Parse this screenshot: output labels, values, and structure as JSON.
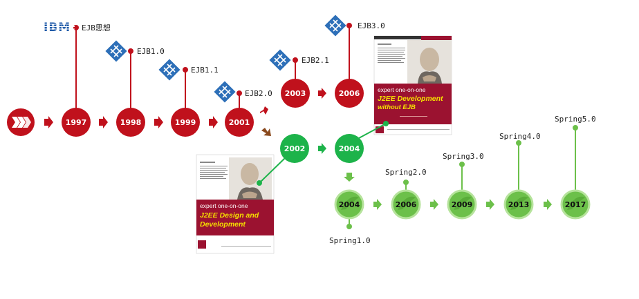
{
  "ibm_logo": "IBM",
  "ejb_versions": {
    "idea": "EJB思想",
    "v1_0": "EJB1.0",
    "v1_1": "EJB1.1",
    "v2_0": "EJB2.0",
    "v2_1": "EJB2.1",
    "v3_0": "EJB3.0"
  },
  "red_years": {
    "y1997": "1997",
    "y1998": "1998",
    "y1999": "1999",
    "y2001": "2001",
    "y2003": "2003",
    "y2006": "2006"
  },
  "green_years": {
    "y2002": "2002",
    "y2004": "2004"
  },
  "spring_years": {
    "y2004": "2004",
    "y2006": "2006",
    "y2009": "2009",
    "y2013": "2013",
    "y2017": "2017"
  },
  "spring_versions": {
    "v1_0": "Spring1.0",
    "v2_0": "Spring2.0",
    "v3_0": "Spring3.0",
    "v4_0": "Spring4.0",
    "v5_0": "Spring5.0"
  },
  "book_top": {
    "series": "expert one-on-one",
    "title_line1": "J2EE Development",
    "title_line2": "without EJB"
  },
  "book_bottom": {
    "series": "expert one-on-one",
    "title_line1": "J2EE Design and",
    "title_line2": "Development"
  },
  "colors": {
    "ejb_red": "#c0111c",
    "spring_green": "#1db34a",
    "light_green": "#6cc04a",
    "cover_red": "#9b1230",
    "cover_yellow": "#f5e000"
  }
}
